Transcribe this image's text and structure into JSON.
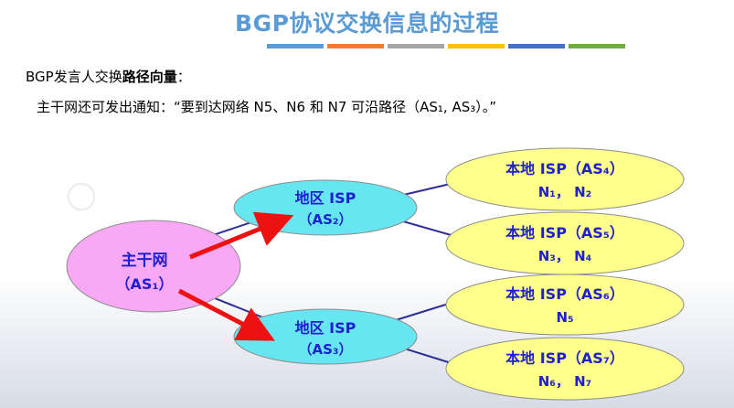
{
  "title": "BGP协议交换信息的过程",
  "accent_bar_colors": [
    "#5b9bd5",
    "#ed7d31",
    "#a5a5a5",
    "#ffc000",
    "#4472c4",
    "#70ad47"
  ],
  "text": {
    "line1_prefix": "BGP发言人交换",
    "line1_bold": "路径向量",
    "line1_suffix": "：",
    "line2": "主干网还可发出通知：“要到达网络 N5、N6 和 N7 可沿路径（AS₁, AS₃）。”"
  },
  "nodes": {
    "backbone": {
      "label": "主干网",
      "as": "（AS₁）",
      "color": "#f9a8f5"
    },
    "region2": {
      "label": "地区 ISP",
      "as": "（AS₂）",
      "color": "#66e6f0"
    },
    "region3": {
      "label": "地区 ISP",
      "as": "（AS₃）",
      "color": "#66e6f0"
    },
    "local4": {
      "label": "本地 ISP（AS₄）",
      "nets": "N₁， N₂",
      "color": "#ffff8c"
    },
    "local5": {
      "label": "本地 ISP（AS₅）",
      "nets": "N₃， N₄",
      "color": "#ffff8c"
    },
    "local6": {
      "label": "本地 ISP（AS₆）",
      "nets": "N₅",
      "color": "#ffff8c"
    },
    "local7": {
      "label": "本地 ISP（AS₇）",
      "nets": "N₆， N₇",
      "color": "#ffff8c"
    }
  },
  "colors": {
    "node_text": "#1f1fcf",
    "link": "#2e2e99",
    "arrow": "#ee1111"
  }
}
